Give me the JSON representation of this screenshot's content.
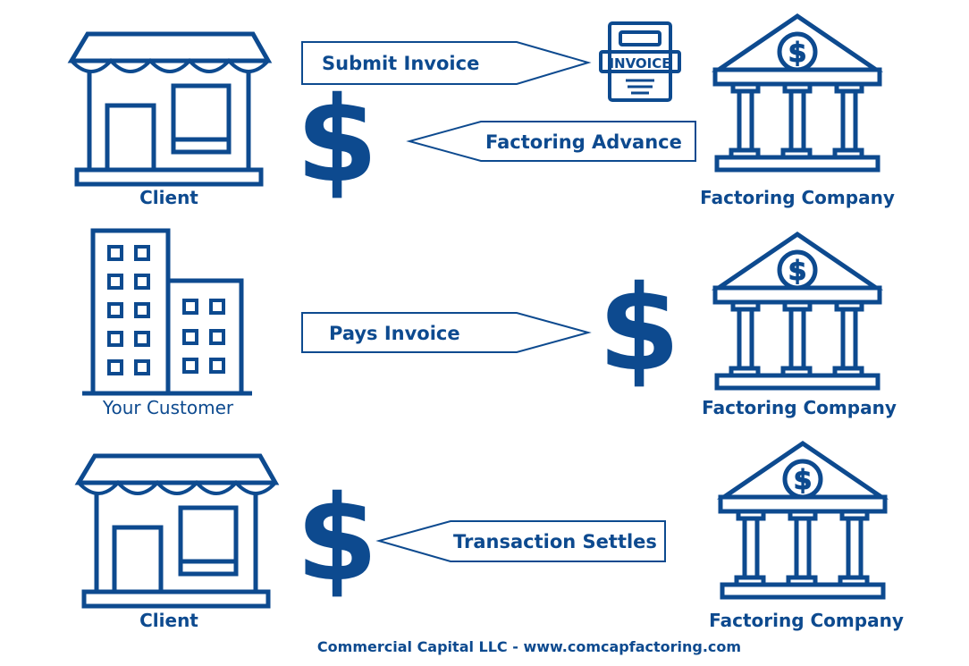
{
  "colors": {
    "primary": "#0d4a8f",
    "background": "#ffffff"
  },
  "labels": {
    "client_top": "Client",
    "factoring_top": "Factoring Company",
    "customer": "Your Customer",
    "factoring_middle": "Factoring Company",
    "client_bottom": "Client",
    "factoring_bottom": "Factoring Company"
  },
  "arrows": {
    "submit_invoice": "Submit Invoice",
    "factoring_advance": "Factoring Advance",
    "pays_invoice": "Pays Invoice",
    "transaction_settles": "Transaction Settles"
  },
  "invoice_doc": {
    "text": "INVOICE"
  },
  "symbols": {
    "dollar": "$"
  },
  "footer": {
    "text": "Commercial Capital LLC - www.comcapfactoring.com"
  },
  "icons": {
    "storefront": "storefront-icon",
    "bank": "bank-icon",
    "office_building": "office-building-icon",
    "invoice": "invoice-document-icon",
    "dollar": "dollar-sign-icon"
  }
}
